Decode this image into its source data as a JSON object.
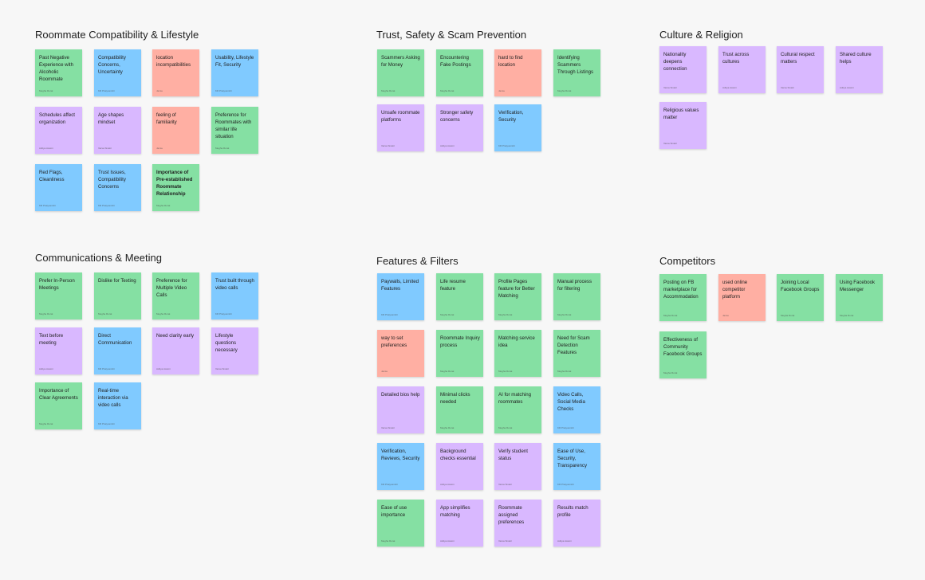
{
  "colors": {
    "green": "#85e0a3",
    "blue": "#80caff",
    "red": "#ffafa3",
    "purple": "#d9b8ff",
    "canvas": "#f7f7f7"
  },
  "clusters": [
    {
      "title": "Roommate Compatibility & Lifestyle",
      "notes": [
        {
          "text": "Past Negative Experience with Alcoholic Roommate",
          "color": "green",
          "author": "Megha Rorat"
        },
        {
          "text": "Compatibility Concerns, Uncertainty",
          "color": "blue",
          "author": "KR Pratyusmitri"
        },
        {
          "text": "location incompatibilities",
          "color": "red",
          "author": "Jamie"
        },
        {
          "text": "Usability, Lifestyle Fit, Security",
          "color": "blue",
          "author": "KR Pratyusmitri"
        },
        {
          "text": "Schedules affect organization",
          "color": "purple",
          "author": "Aditya Aswini"
        },
        {
          "text": "Age shapes mindset",
          "color": "purple",
          "author": "Varsa Sinatri"
        },
        {
          "text": "feeling of familiarity",
          "color": "red",
          "author": "Jamie"
        },
        {
          "text": "Preference for Roommates with similar life situation",
          "color": "green",
          "author": "Megha Rorat"
        },
        {
          "text": "Red Flags, Cleanliness",
          "color": "blue",
          "author": "KR Pratyusmitri"
        },
        {
          "text": "Trust Issues, Compatibility Concerns",
          "color": "blue",
          "author": "KR Pratyusmitri"
        },
        {
          "text": "Importance of Pre-established Roommate Relationship",
          "color": "green",
          "author": "Megha Rorat",
          "bold": true
        }
      ]
    },
    {
      "title": "Trust, Safety & Scam Prevention",
      "notes": [
        {
          "text": "Scammers Asking for Money",
          "color": "green",
          "author": "Megha Rorat"
        },
        {
          "text": "Encountering Fake Postings",
          "color": "green",
          "author": "Megha Rorat"
        },
        {
          "text": "hard to find location",
          "color": "red",
          "author": "Jamie"
        },
        {
          "text": "Identifying Scammers Through Listings",
          "color": "green",
          "author": "Megha Rorat"
        },
        {
          "text": "Unsafe roommate platforms",
          "color": "purple",
          "author": "Varsa Sinatri"
        },
        {
          "text": "Stronger safety concerns",
          "color": "purple",
          "author": "Aditya Aswini"
        },
        {
          "text": "Verification, Security",
          "color": "blue",
          "author": "KR Pratyusmitri"
        }
      ]
    },
    {
      "title": "Culture & Religion",
      "notes": [
        {
          "text": "Nationality deepens connection",
          "color": "purple",
          "author": "Varsa Sinatri"
        },
        {
          "text": "Trust across cultures",
          "color": "purple",
          "author": "Aditya Aswini"
        },
        {
          "text": "Cultural respect matters",
          "color": "purple",
          "author": "Varsa Sinatri"
        },
        {
          "text": "Shared culture helps",
          "color": "purple",
          "author": "Aditya Aswini"
        },
        {
          "text": "Religious values matter",
          "color": "purple",
          "author": "Varsa Sinatri"
        }
      ]
    },
    {
      "title": "Communications & Meeting",
      "notes": [
        {
          "text": "Prefer In-Person Meetings",
          "color": "green",
          "author": "Megha Rorat"
        },
        {
          "text": "Dislike for Texting",
          "color": "green",
          "author": "Megha Rorat"
        },
        {
          "text": "Preference for Multiple Video Calls",
          "color": "green",
          "author": "Megha Rorat"
        },
        {
          "text": "Trust built through video calls",
          "color": "blue",
          "author": "KR Pratyusmitri"
        },
        {
          "text": "Text before meeting",
          "color": "purple",
          "author": "Aditya Aswini"
        },
        {
          "text": "Direct Communication",
          "color": "blue",
          "author": "KR Pratyusmitri"
        },
        {
          "text": "Need clarity early",
          "color": "purple",
          "author": "Aditya Aswini"
        },
        {
          "text": "Lifestyle questions necessary",
          "color": "purple",
          "author": "Varsa Sinatri"
        },
        {
          "text": "Importance of Clear Agreements",
          "color": "green",
          "author": "Megha Rorat"
        },
        {
          "text": "Real-time interaction via video calls",
          "color": "blue",
          "author": "KR Pratyusmitri"
        }
      ]
    },
    {
      "title": "Features & Filters",
      "notes": [
        {
          "text": "Paywalls, Limited Features",
          "color": "blue",
          "author": "KR Pratyusmitri"
        },
        {
          "text": "Life resume feature",
          "color": "green",
          "author": "Megha Rorat"
        },
        {
          "text": "Profile Pages feature for Better Matching",
          "color": "green",
          "author": "Megha Rorat"
        },
        {
          "text": "Manual process for filtering",
          "color": "green",
          "author": "Megha Rorat"
        },
        {
          "text": "way to set preferences",
          "color": "red",
          "author": "Jamie"
        },
        {
          "text": "Roommate Inquiry process",
          "color": "green",
          "author": "Megha Rorat"
        },
        {
          "text": "Matching service idea",
          "color": "green",
          "author": "Megha Rorat"
        },
        {
          "text": "Need for Scam Detection Features",
          "color": "green",
          "author": "Megha Rorat"
        },
        {
          "text": "Detailed bios help",
          "color": "purple",
          "author": "Varsa Sinatri"
        },
        {
          "text": "Minimal clicks needed",
          "color": "green",
          "author": "Megha Rorat"
        },
        {
          "text": "AI for matching roommates",
          "color": "green",
          "author": "Megha Rorat"
        },
        {
          "text": "Video Calls, Social Media Checks",
          "color": "blue",
          "author": "KR Pratyusmitri"
        },
        {
          "text": "Verification, Reviews, Security",
          "color": "blue",
          "author": "KR Pratyusmitri"
        },
        {
          "text": "Background checks essential",
          "color": "purple",
          "author": "Aditya Aswini"
        },
        {
          "text": "Verify student status",
          "color": "purple",
          "author": "Varsa Sinatri"
        },
        {
          "text": "Ease of Use, Security, Transparency",
          "color": "blue",
          "author": "KR Pratyusmitri"
        },
        {
          "text": "Ease of use importance",
          "color": "green",
          "author": "Megha Rorat"
        },
        {
          "text": "App simplifies matching",
          "color": "purple",
          "author": "Aditya Aswini"
        },
        {
          "text": "Roommate assigned preferences",
          "color": "purple",
          "author": "Varsa Sinatri"
        },
        {
          "text": "Results match profile",
          "color": "purple",
          "author": "Aditya Aswini"
        }
      ]
    },
    {
      "title": "Competitors",
      "notes": [
        {
          "text": "Posting on FB marketplace for Accommodation",
          "color": "green",
          "author": "Megha Rorat"
        },
        {
          "text": "used online competitor platform",
          "color": "red",
          "author": "Jamie"
        },
        {
          "text": "Joining Local Facebook Groups",
          "color": "green",
          "author": "Megha Rorat"
        },
        {
          "text": "Using Facebook Messenger",
          "color": "green",
          "author": "Megha Rorat"
        },
        {
          "text": "Effectiveness of Community Facebook Groups",
          "color": "green",
          "author": "Megha Rorat"
        }
      ]
    }
  ]
}
